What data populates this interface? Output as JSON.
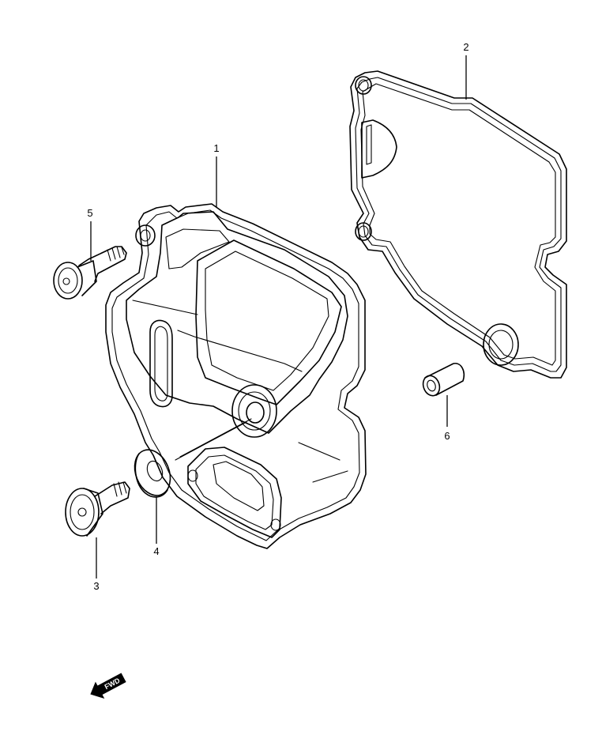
{
  "parts": [
    {
      "number": "1",
      "name_icon": "cylinder-head-cover-icon"
    },
    {
      "number": "2",
      "name_icon": "head-cover-gasket-icon"
    },
    {
      "number": "3",
      "name_icon": "flange-bolt-icon"
    },
    {
      "number": "4",
      "name_icon": "washer-icon"
    },
    {
      "number": "5",
      "name_icon": "bolt-icon"
    },
    {
      "number": "6",
      "name_icon": "dowel-pin-icon"
    }
  ],
  "fwd_indicator": {
    "label": "FWD",
    "icon": "forward-arrow-icon"
  },
  "colors": {
    "line": "#000000",
    "background": "#ffffff"
  }
}
